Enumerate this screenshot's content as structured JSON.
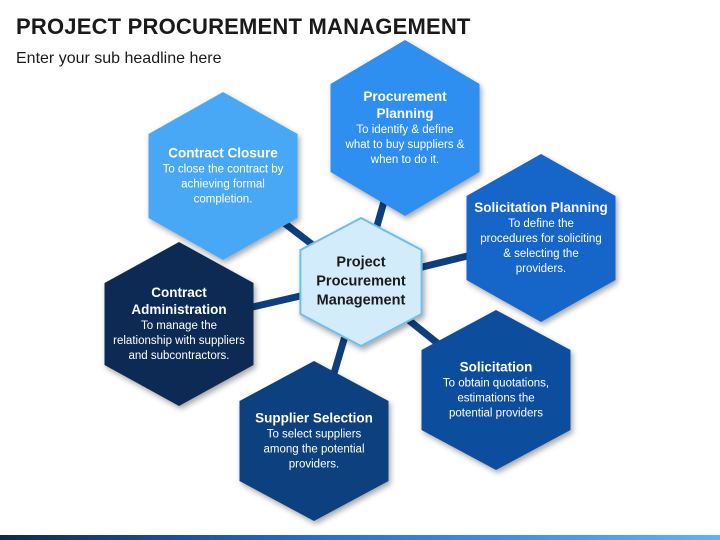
{
  "header": {
    "title": "PROJECT PROCUREMENT MANAGEMENT",
    "subtitle": "Enter your sub headline here"
  },
  "center": {
    "line1": "Project",
    "line2": "Procurement",
    "line3": "Management"
  },
  "nodes": [
    {
      "id": "procurement-planning",
      "title_lines": [
        "Procurement",
        "Planning"
      ],
      "desc_lines": [
        "To identify & define",
        "what to buy suppliers &",
        "when to do it."
      ],
      "color": "#2e8ff0"
    },
    {
      "id": "solicitation-planning",
      "title_lines": [
        "Solicitation Planning"
      ],
      "desc_lines": [
        "To define the",
        "procedures for soliciting",
        "& selecting the",
        "providers."
      ],
      "color": "#1565c9"
    },
    {
      "id": "solicitation",
      "title_lines": [
        "Solicitation"
      ],
      "desc_lines": [
        "To obtain quotations,",
        "estimations the",
        "potential providers"
      ],
      "color": "#0f4e9e"
    },
    {
      "id": "supplier-selection",
      "title_lines": [
        "Supplier Selection"
      ],
      "desc_lines": [
        "To select suppliers",
        "among the potential",
        "providers."
      ],
      "color": "#0d3f7e"
    },
    {
      "id": "contract-administration",
      "title_lines": [
        "Contract",
        "Administration"
      ],
      "desc_lines": [
        "To manage the",
        "relationship with suppliers",
        "and subcontractors."
      ],
      "color": "#0a2b55"
    },
    {
      "id": "contract-closure",
      "title_lines": [
        "Contract Closure"
      ],
      "desc_lines": [
        "To close the contract by",
        "achieving formal",
        "completion."
      ],
      "color": "#49a8f5"
    }
  ],
  "colors": {
    "center_fill": "#d2ecfb",
    "center_stroke": "#6fbde9",
    "connector": "#0d3f7e"
  }
}
